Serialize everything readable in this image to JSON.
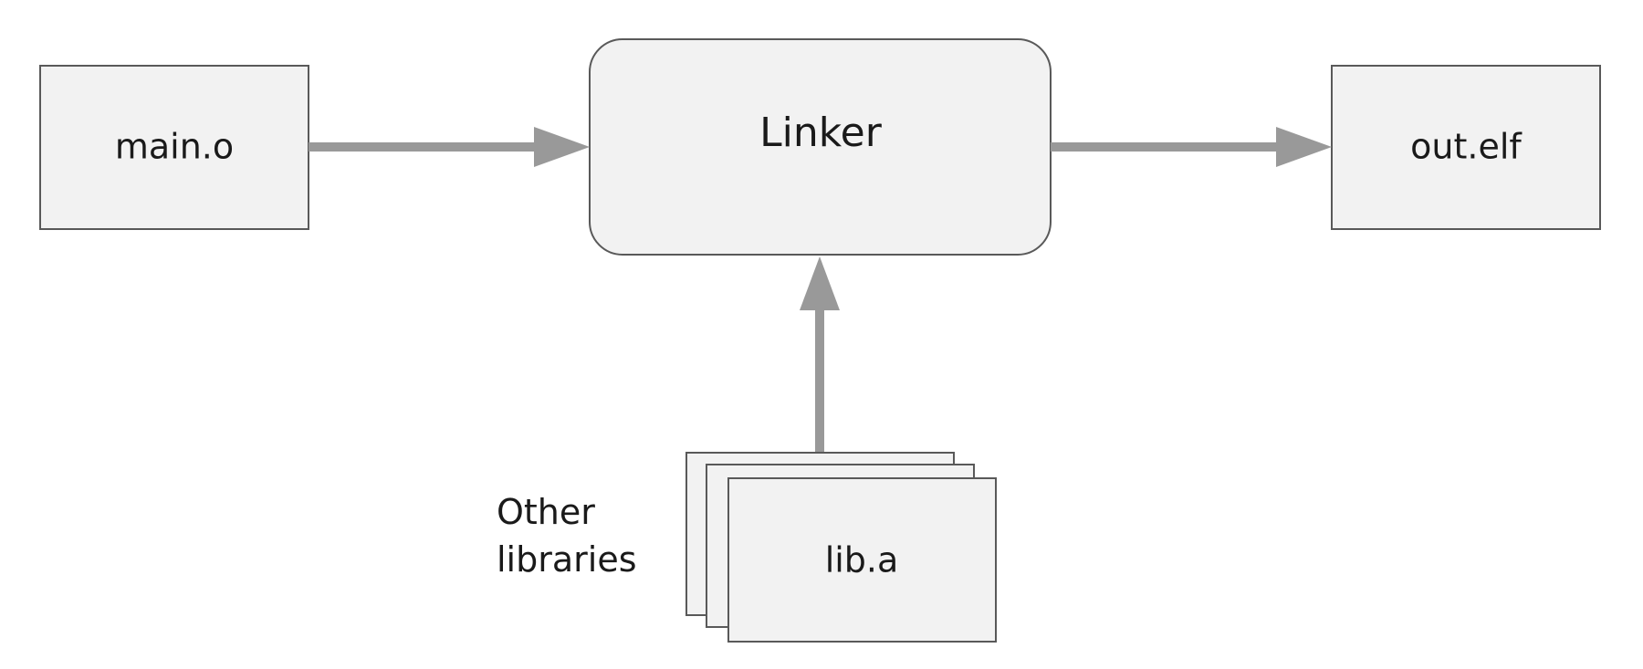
{
  "diagram": {
    "nodes": {
      "input": "main.o",
      "linker": "Linker",
      "output": "out.elf",
      "library": "lib.a"
    },
    "side_label": {
      "line1": "Other",
      "line2": "libraries"
    },
    "colors": {
      "box_fill": "#f2f2f2",
      "box_stroke": "#595959",
      "arrow": "#999999",
      "text": "#1a1a1a"
    }
  }
}
